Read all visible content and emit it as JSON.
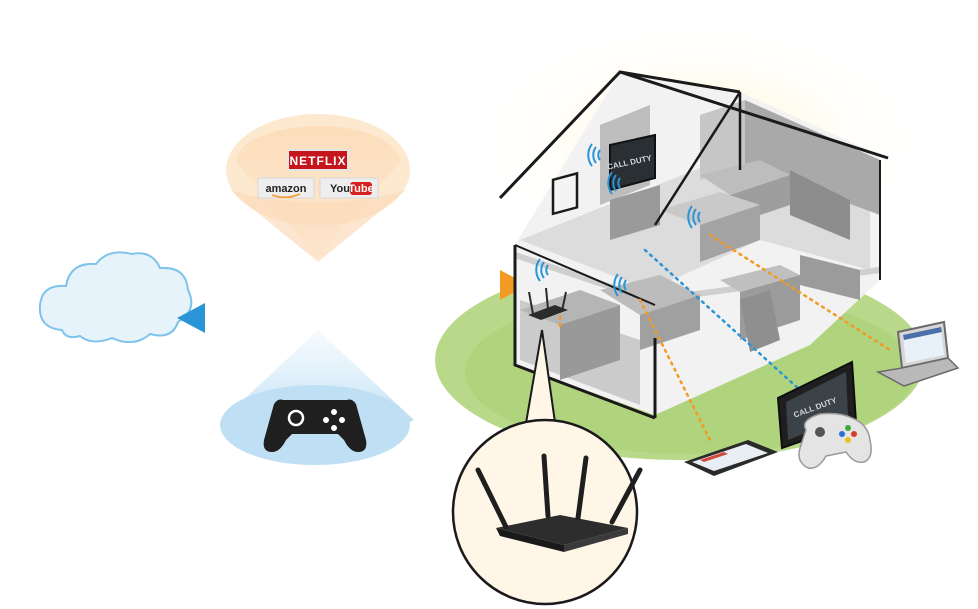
{
  "diagram": {
    "services": {
      "netflix": "NETFLIX",
      "amazon": "amazon",
      "youtube_you": "You",
      "youtube_tube": "Tube"
    },
    "screens": {
      "tv_living_room": "CALL DUTY",
      "tv_external": "CALL DUTY"
    },
    "icons": [
      "cloud-icon",
      "gamepad-icon",
      "router-icon",
      "tablet-icon",
      "laptop-icon",
      "tv-icon",
      "controller-icon",
      "wifi-icon"
    ],
    "colors": {
      "download_arrow": "#f6a234",
      "upload_arrow": "#2d9ad8",
      "lawn": "#b9d98a",
      "cloud": "#e6f3fb",
      "house_outline": "#1a1a1a",
      "netflix_red": "#c4161c",
      "youtube_red": "#d7201f"
    }
  }
}
